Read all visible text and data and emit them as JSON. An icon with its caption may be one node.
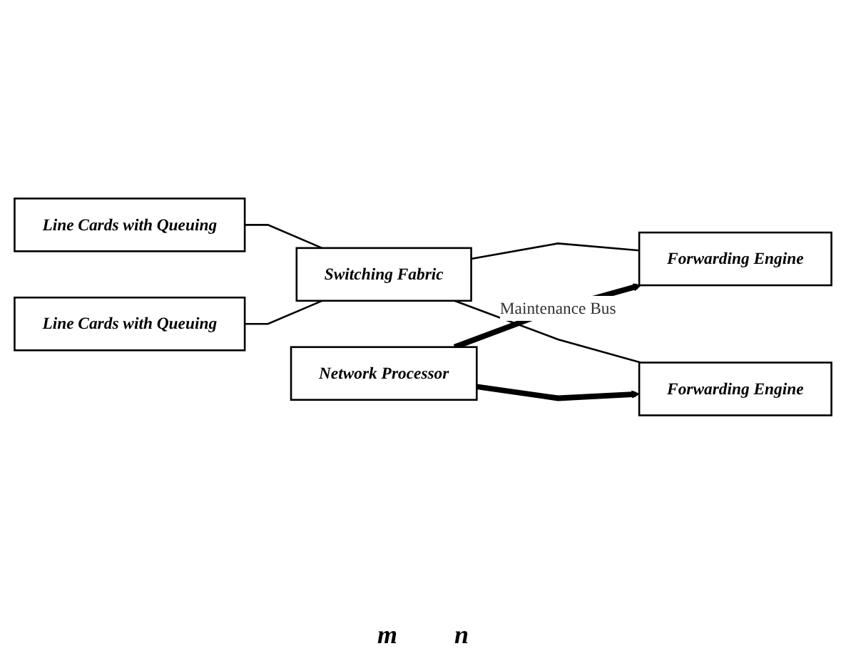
{
  "diagram": {
    "nodes": [
      {
        "text": [
          "Network Processor"
        ]
      },
      {
        "text": [
          "Line Cards with Queuing"
        ]
      },
      {
        "text": [
          "Switching Fabric"
        ]
      },
      {
        "text": [
          "Forwarding Engine"
        ]
      },
      {
        "text": [
          "Line Cards with Queuing"
        ]
      },
      {
        "text": [
          "Forwarding Engine"
        ]
      }
    ],
    "edges": [
      {
        "from": 1,
        "to": 2,
        "arrow": "none"
      },
      {
        "from": 4,
        "to": 2,
        "arrow": "none"
      },
      {
        "from": 2,
        "to": 3,
        "arrow": "none"
      },
      {
        "from": 2,
        "to": 5,
        "arrow": "none"
      },
      {
        "from": 0,
        "to": 3,
        "arrow": "to",
        "style": "thick",
        "label": "Maintenance Bus"
      },
      {
        "from": 0,
        "to": 5,
        "arrow": "to",
        "style": "thick"
      }
    ],
    "labels": [
      "m",
      "n"
    ]
  }
}
